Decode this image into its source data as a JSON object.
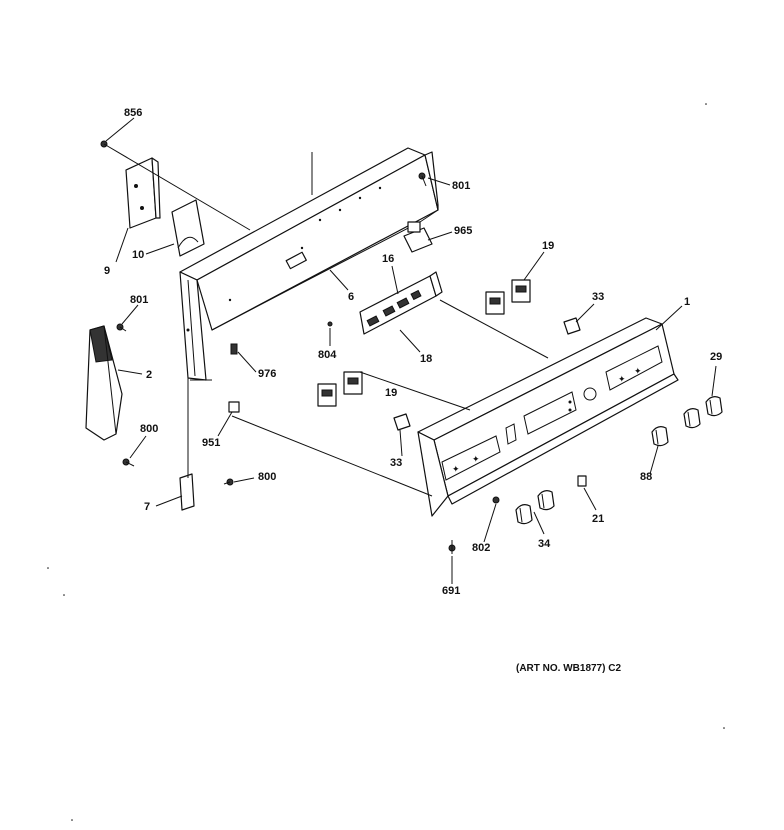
{
  "callouts": {
    "c856": "856",
    "c9": "9",
    "c10": "10",
    "c801a": "801",
    "c965": "965",
    "c6": "6",
    "c16": "16",
    "c18": "18",
    "c19a": "19",
    "c19b": "19",
    "c33a": "33",
    "c33b": "33",
    "c1": "1",
    "c801b": "801",
    "c2": "2",
    "c804": "804",
    "c976": "976",
    "c951": "951",
    "c800a": "800",
    "c800b": "800",
    "c7": "7",
    "c29": "29",
    "c88": "88",
    "c21": "21",
    "c34": "34",
    "c802": "802",
    "c691": "691"
  },
  "caption": "(ART NO. WB1877) C2"
}
